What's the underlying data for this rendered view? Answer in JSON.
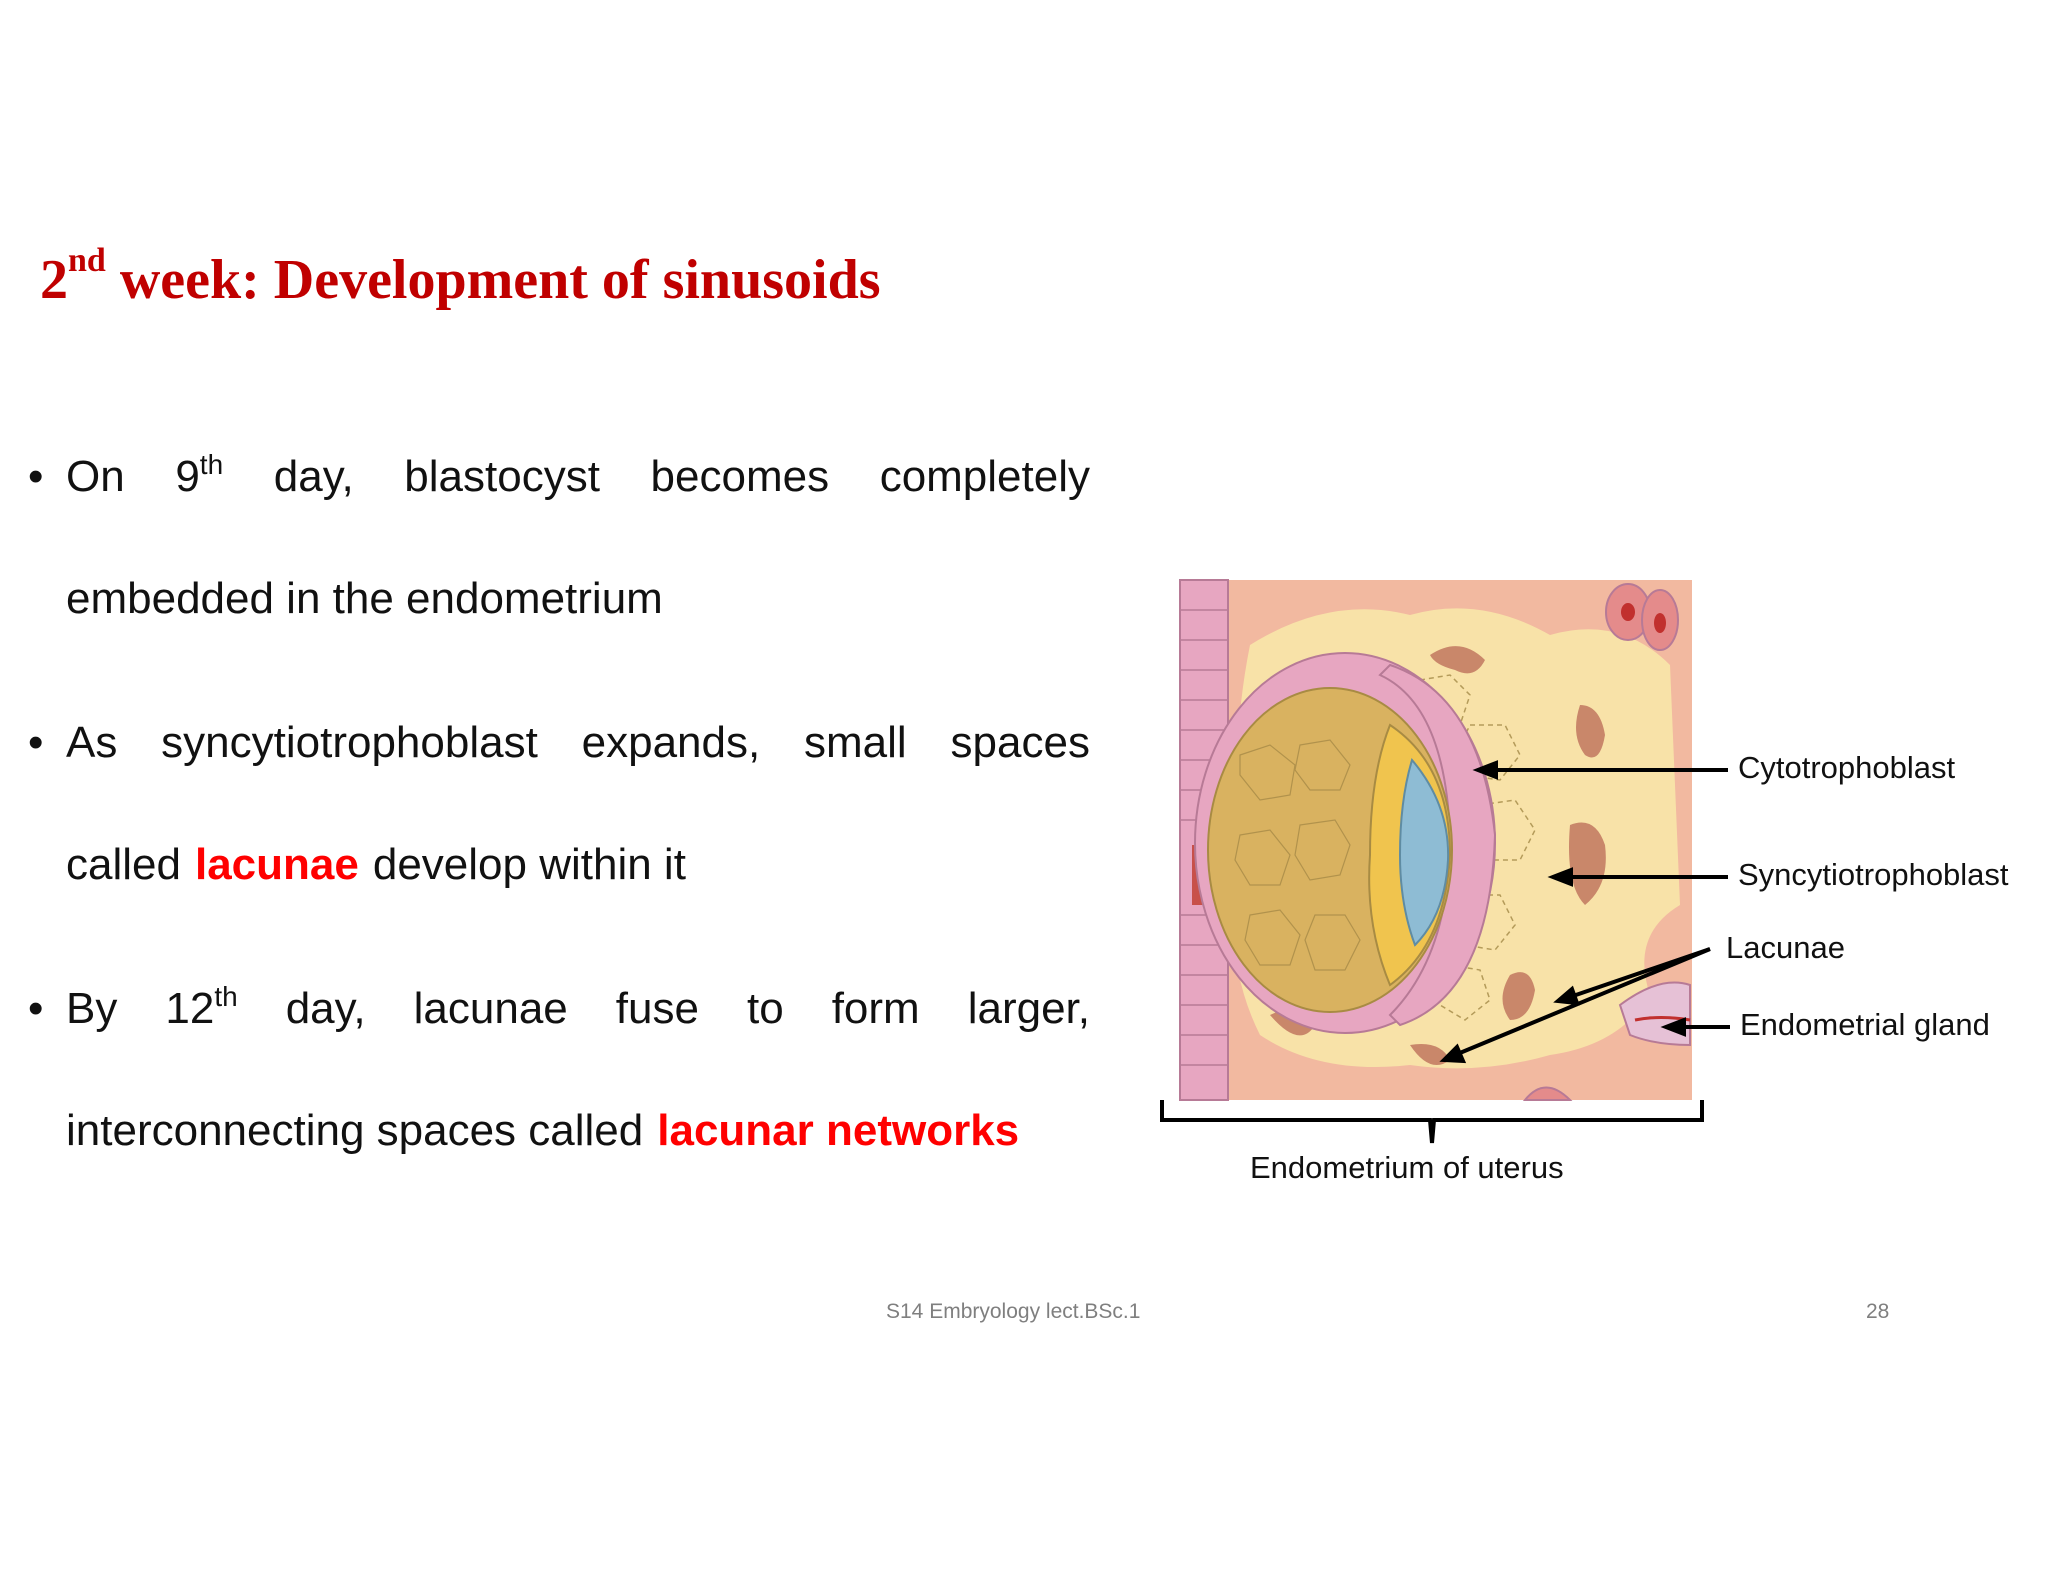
{
  "slide": {
    "title": {
      "number": "2",
      "superscript": "nd",
      "text": "week: Development of sinusoids",
      "color": "#c00000"
    },
    "bullets": [
      {
        "lines": [
          [
            "On",
            "9|th",
            "day,",
            "blastocyst",
            "becomes",
            "completely"
          ],
          [
            "embedded in the endometrium"
          ]
        ]
      },
      {
        "line1_words": [
          "As",
          "syncytiotrophoblast",
          "expands,",
          "small",
          "spaces"
        ],
        "line2_pre": "called",
        "line2_highlight": "lacunae",
        "line2_post": "develop within it"
      },
      {
        "line1_words": [
          "By",
          "12",
          "day,",
          "lacunae",
          "fuse",
          "to",
          "form",
          "larger,"
        ],
        "line1_sup": "th",
        "line2_pre": "interconnecting spaces called",
        "line2_highlight": "lacunar networks"
      }
    ],
    "highlight_color": "#ff0000",
    "figure": {
      "labels": {
        "cytotrophoblast": "Cytotrophoblast",
        "syncytiotrophoblast": "Syncytiotrophoblast",
        "lacunae": "Lacunae",
        "endometrial_gland": "Endometrial gland",
        "endometrium": "Endometrium of uterus"
      }
    },
    "footer": {
      "course": "S14 Embryology lect.BSc.1",
      "page_number": "28"
    }
  }
}
